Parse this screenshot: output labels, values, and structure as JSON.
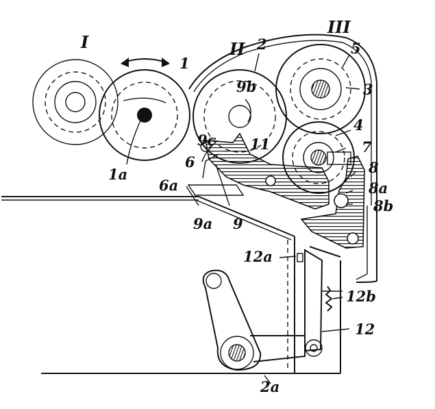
{
  "labels": {
    "roller_I": "I",
    "roller_II": "II",
    "roller_III": "III",
    "n1": "1",
    "n1a": "1a",
    "n2": "2",
    "n2a": "2a",
    "n3": "3",
    "n4": "4",
    "n5": "5",
    "n6": "6",
    "n6a": "6a",
    "n7": "7",
    "n8": "8",
    "n8a": "8a",
    "n8b": "8b",
    "n9": "9",
    "n9a": "9a",
    "n9b": "9b",
    "n9c": "9c",
    "n11": "11",
    "n12": "12",
    "n12a": "12a",
    "n12b": "12b"
  },
  "colors": {
    "ink": "#111111",
    "paper": "#ffffff",
    "hatch": "#1a1a1a"
  }
}
